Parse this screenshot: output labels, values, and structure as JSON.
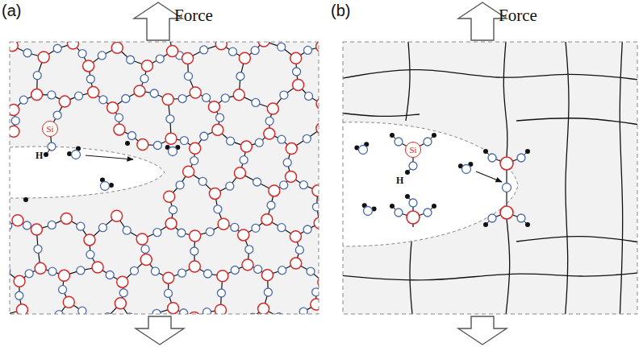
{
  "diagram": {
    "nodes": [
      {
        "text": [
          "Si"
        ]
      },
      {
        "text": [
          "Si"
        ]
      }
    ],
    "labels": [
      "(a)",
      "Force",
      "H",
      "(b)",
      "Force",
      "H"
    ]
  }
}
